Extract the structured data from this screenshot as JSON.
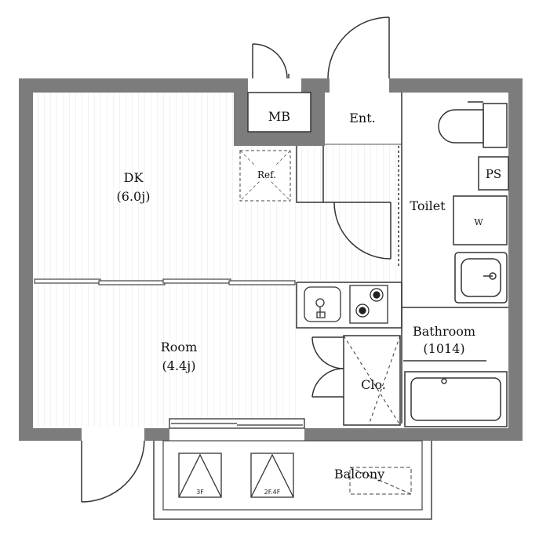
{
  "rooms": {
    "dk": {
      "name": "DK",
      "area": "(6.0j)"
    },
    "room": {
      "name": "Room",
      "area": "(4.4j)"
    },
    "toilet": {
      "name": "Toilet"
    },
    "bathroom": {
      "name": "Bathroom",
      "size": "(1014)"
    },
    "closet": {
      "name": "Clo."
    },
    "entrance": {
      "name": "Ent."
    },
    "meter_box": {
      "name": "MB"
    },
    "pipe_space": {
      "name": "PS"
    },
    "balcony": {
      "name": "Balcony"
    }
  },
  "fixtures": {
    "refrigerator": "Ref.",
    "washer": "W"
  },
  "hatches": {
    "left": "3F",
    "right": "2F.4F"
  }
}
